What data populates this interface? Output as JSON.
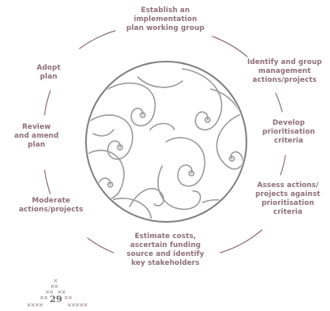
{
  "steps": [
    {
      "id": "establish",
      "lines": [
        "Establish an",
        "implementation",
        "plan working group"
      ]
    },
    {
      "id": "identify",
      "lines": [
        "Identify and group",
        "management",
        "actions/projects"
      ]
    },
    {
      "id": "develop",
      "lines": [
        "Develop",
        "prioritisation",
        "criteria"
      ]
    },
    {
      "id": "assess",
      "lines": [
        "Assess actions/",
        "projects against",
        "prioritisation",
        "criteria"
      ]
    },
    {
      "id": "estimate",
      "lines": [
        "Estimate costs,",
        "ascertain funding",
        "source and identify",
        "key stakeholders"
      ]
    },
    {
      "id": "moderate",
      "lines": [
        "Moderate",
        "actions/projects"
      ]
    },
    {
      "id": "review",
      "lines": [
        "Review",
        "and amend",
        "plan"
      ]
    },
    {
      "id": "adopt",
      "lines": [
        "Adopt",
        "plan"
      ]
    }
  ],
  "page_number": "29",
  "colors": {
    "text": "#8c6e7a",
    "ring": "#8c6e7a",
    "medallion_border": "#7f7f7f",
    "pattern_stroke": "#9a9a9a",
    "folio_mark": "#a89aa0"
  },
  "icons": {
    "medallion": "koru-swirl-pattern-circle",
    "folio_decoration": "cross-stitch-triangle"
  }
}
